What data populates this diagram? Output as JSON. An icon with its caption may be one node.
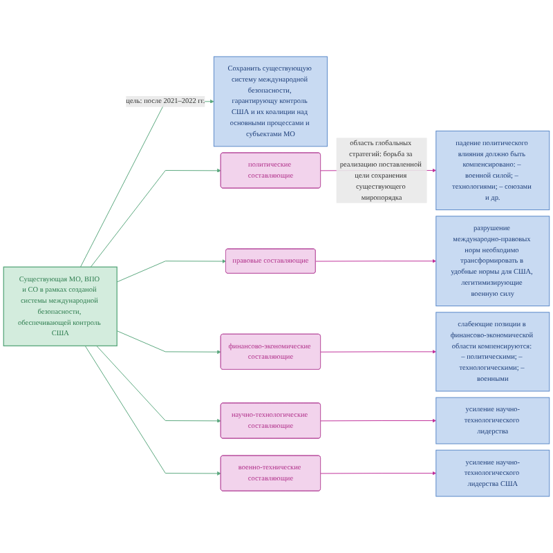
{
  "diagram": {
    "nodes": [
      {
        "text": [
          "Существующая МО, ВПО и СО в рамках созданой системы международной безопасности, обеспечивающей контроль США"
        ]
      },
      {
        "text": [
          "Сохранить существующую систему международной безопасности, гарантирующу контроль США и их коалиции над основными процессами и субъектами МО"
        ]
      },
      {
        "text": [
          "политические составляющие"
        ]
      },
      {
        "text": [
          "правовые составляющие"
        ]
      },
      {
        "text": [
          "финансово-экономические составляющие"
        ]
      },
      {
        "text": [
          "научно-технологические составляющие"
        ]
      },
      {
        "text": [
          "военно-технические составляющие"
        ]
      },
      {
        "text": [
          "падение политического влияния должно быть компенсировано: – военной силой; – технологиями; – союзами и др."
        ]
      },
      {
        "text": [
          "разрушение международно-правовых норм необходимо трансформировать в удобные нормы для США, легитимизирующие военную силу"
        ]
      },
      {
        "text": [
          "слабеющие позиции в финансово-экономической области компенсируются: – политическими; – технологическими; – военными"
        ]
      },
      {
        "text": [
          "усиление научно-технологического лидерства"
        ]
      },
      {
        "text": [
          "усиление научно-технологического лидерства США"
        ]
      }
    ],
    "edges": [
      {
        "from": 0,
        "to": 1,
        "arrow": "to",
        "label": "цель: после 2021–2022 гг."
      },
      {
        "from": 0,
        "to": 2,
        "arrow": "to"
      },
      {
        "from": 0,
        "to": 3,
        "arrow": "to"
      },
      {
        "from": 0,
        "to": 4,
        "arrow": "to"
      },
      {
        "from": 0,
        "to": 5,
        "arrow": "to"
      },
      {
        "from": 0,
        "to": 6,
        "arrow": "to"
      },
      {
        "from": 2,
        "to": 7,
        "arrow": "to",
        "label": "область глобальных стратегий: борьба за реализацию поставленной цели сохранения существующего миропорядка",
        "color": "#c0309a"
      },
      {
        "from": 3,
        "to": 8,
        "arrow": "to",
        "color": "#c0309a"
      },
      {
        "from": 4,
        "to": 9,
        "arrow": "to",
        "color": "#c0309a"
      },
      {
        "from": 5,
        "to": 10,
        "arrow": "to",
        "color": "#c0309a"
      },
      {
        "from": 6,
        "to": 11,
        "arrow": "to",
        "color": "#c0309a"
      }
    ]
  }
}
